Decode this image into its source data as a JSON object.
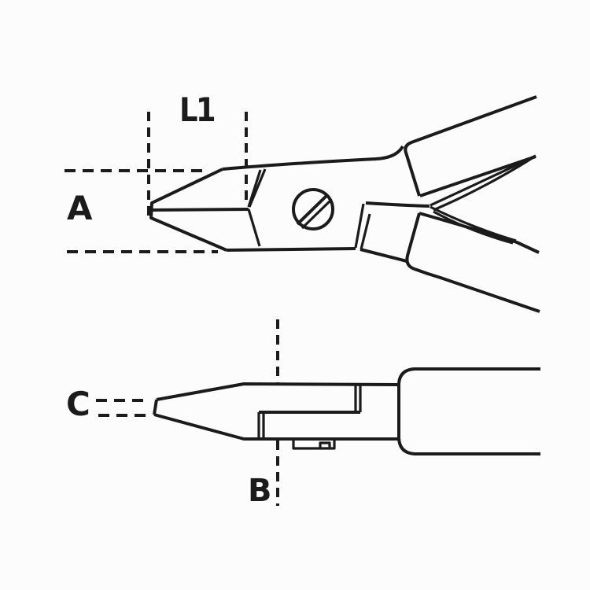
{
  "labels": {
    "l1": "L1",
    "a": "A",
    "c": "C",
    "b": "B"
  },
  "colors": {
    "line": "#1b1b1b",
    "background": "#fcfcfc"
  }
}
